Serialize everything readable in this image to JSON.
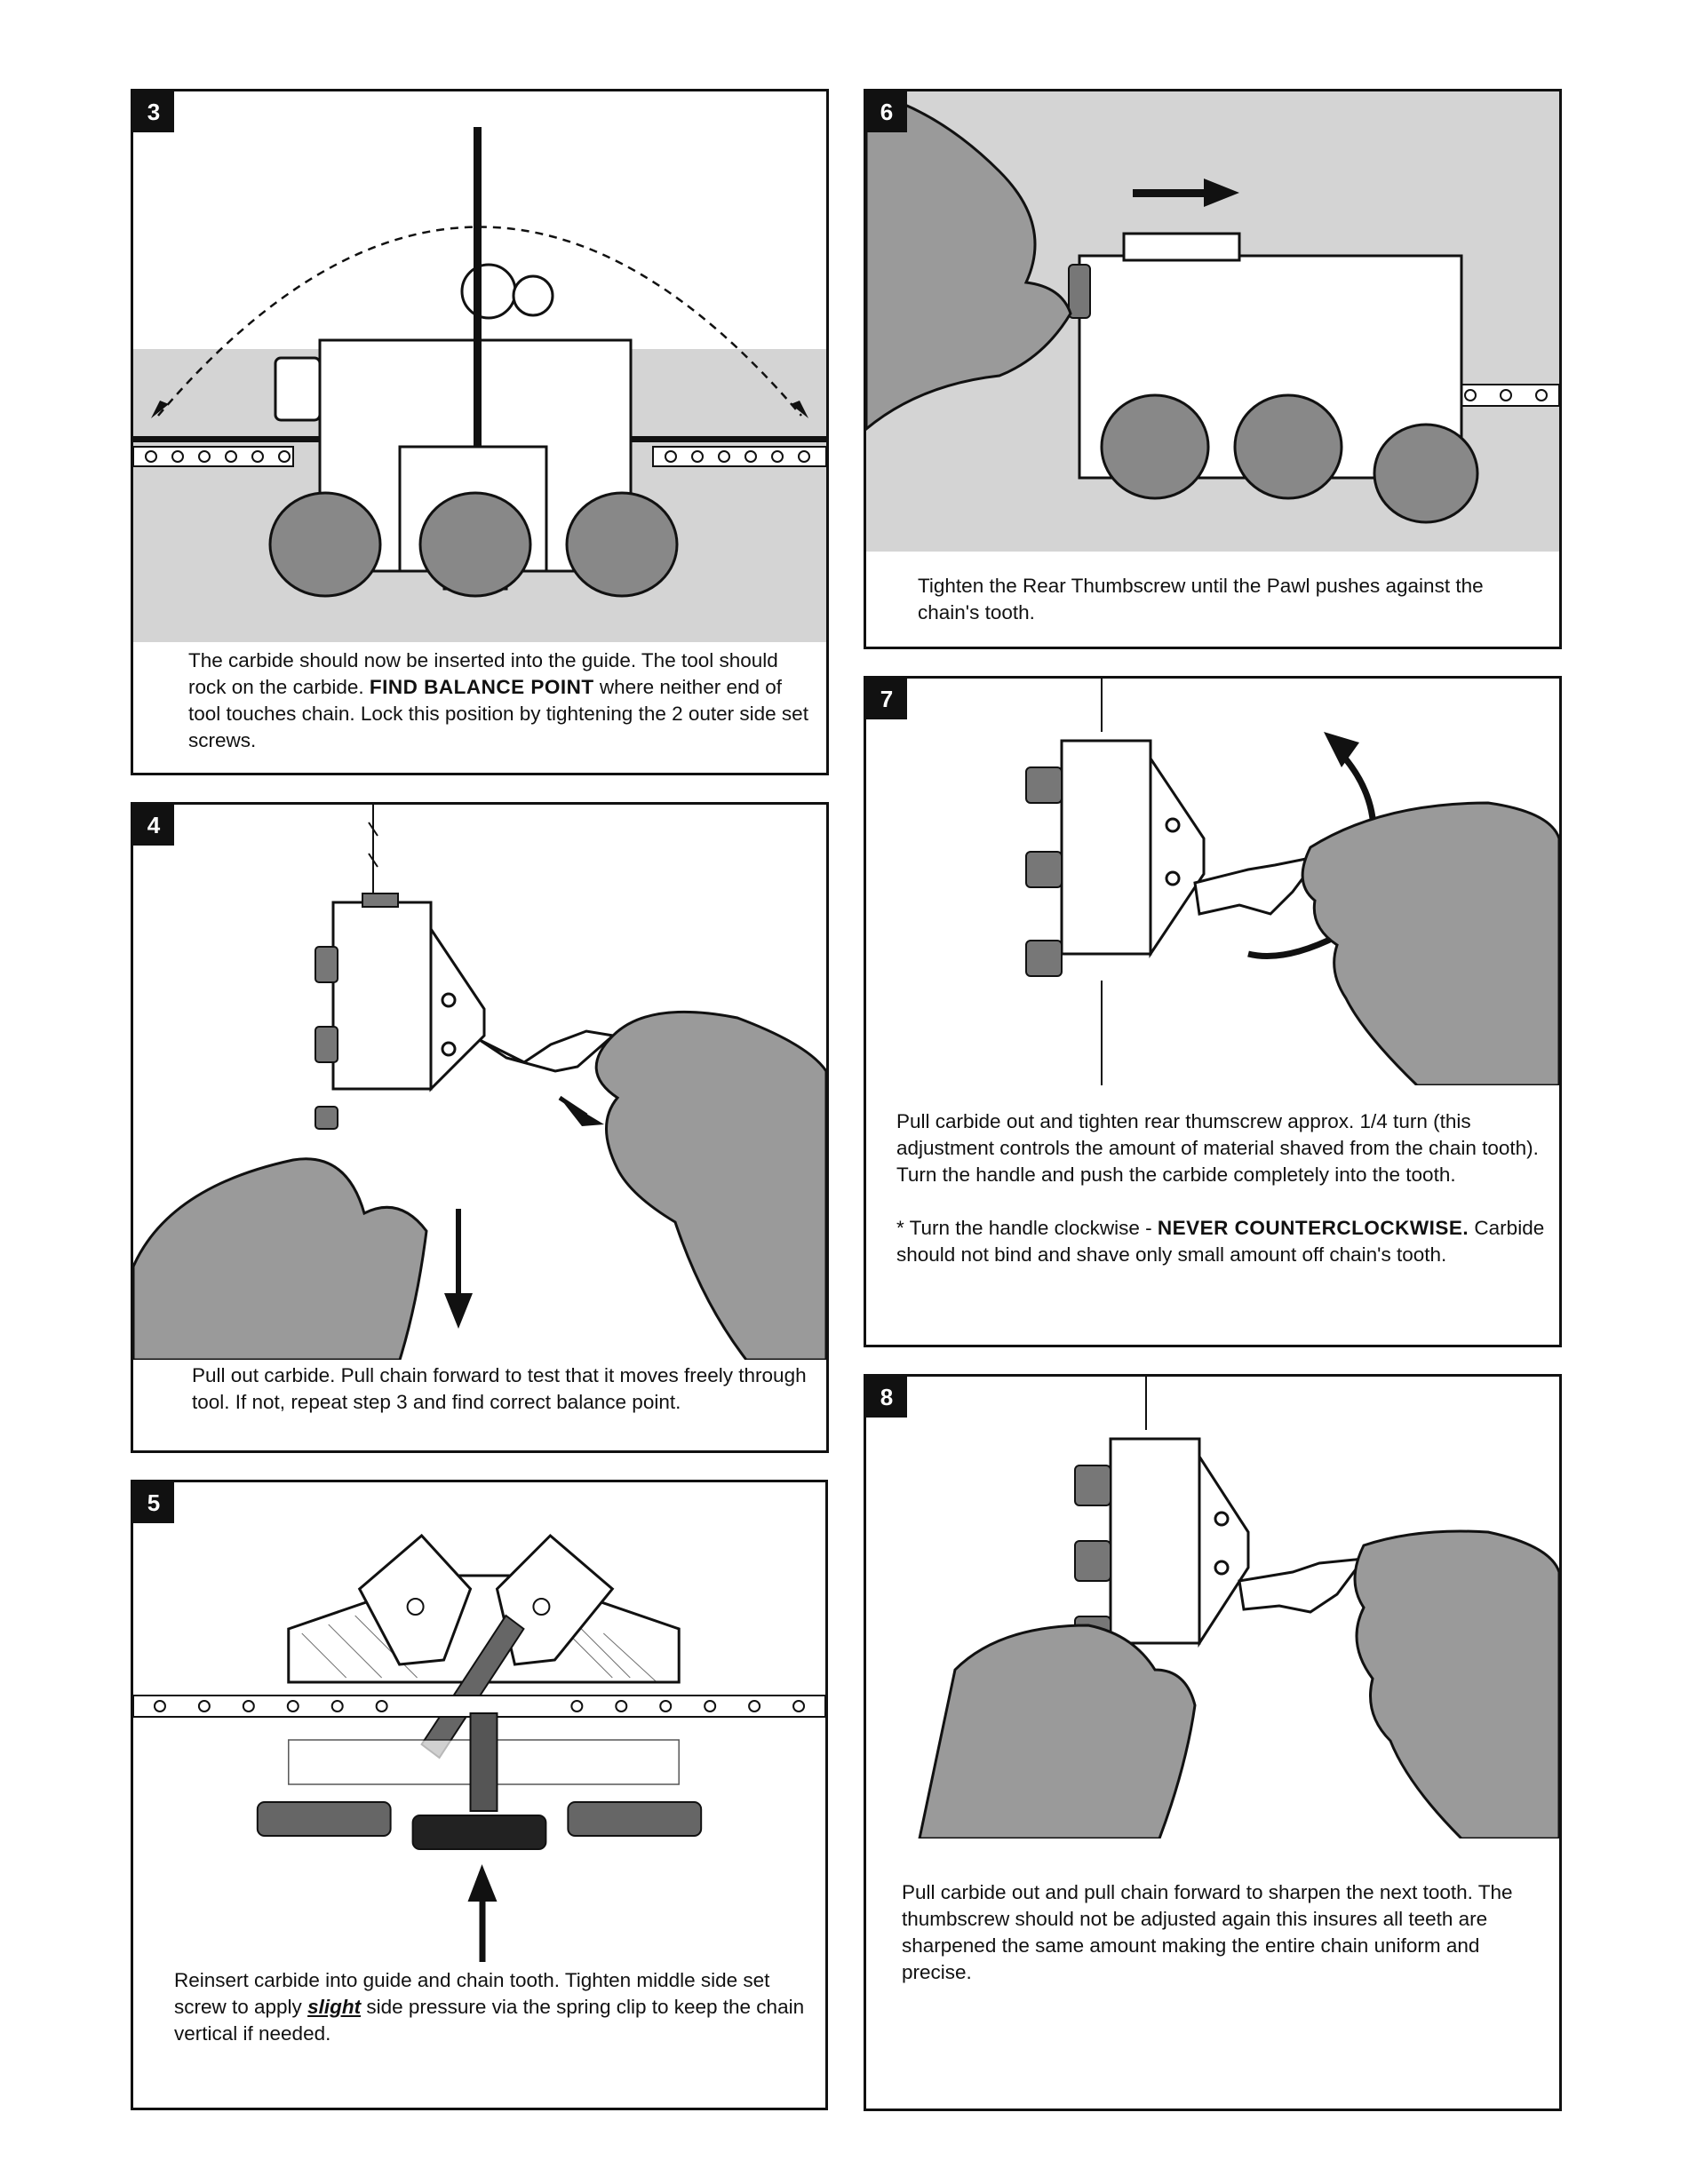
{
  "steps": [
    {
      "number": "3",
      "caption_parts": [
        "The carbide should now be inserted into the guide. The tool should rock on the carbide. ",
        "FIND BALANCE POINT",
        " where neither end of tool touches chain. Lock this position by tightening the 2 outer side set screws."
      ]
    },
    {
      "number": "4",
      "caption": "Pull out carbide. Pull chain forward to test that it moves freely through tool. If not, repeat step 3 and find correct balance point."
    },
    {
      "number": "5",
      "caption_parts": [
        "Reinsert carbide into guide and chain tooth. Tighten middle side set screw to apply ",
        "slight",
        " side pressure via the spring clip to keep the chain vertical if needed."
      ]
    },
    {
      "number": "6",
      "caption": "Tighten the Rear Thumbscrew until the Pawl pushes against the chain's tooth."
    },
    {
      "number": "7",
      "caption_p1": "Pull carbide out and tighten rear thumscrew approx. 1/4 turn (this adjustment controls the amount of material shaved from the chain tooth). Turn the handle and push the carbide completely into the tooth.",
      "caption_p2_parts": [
        "* Turn the handle clockwise - ",
        "NEVER COUNTERCLOCKWISE.",
        " Carbide should not bind and shave only small amount off chain's tooth."
      ]
    },
    {
      "number": "8",
      "caption": "Pull carbide out and pull chain forward to sharpen the next tooth. The thumbscrew should not be adjusted again this insures all teeth are sharpened the same amount making the entire chain uniform and precise."
    }
  ],
  "icons": {
    "glove": "glove-illustration",
    "thumbscrew": "thumbscrew-knob",
    "arrow": "direction-arrow"
  },
  "colors": {
    "ink": "#111111",
    "glove_gray": "#9a9a9a",
    "background_gray": "#d4d4d4",
    "knob_gray": "#888888"
  }
}
